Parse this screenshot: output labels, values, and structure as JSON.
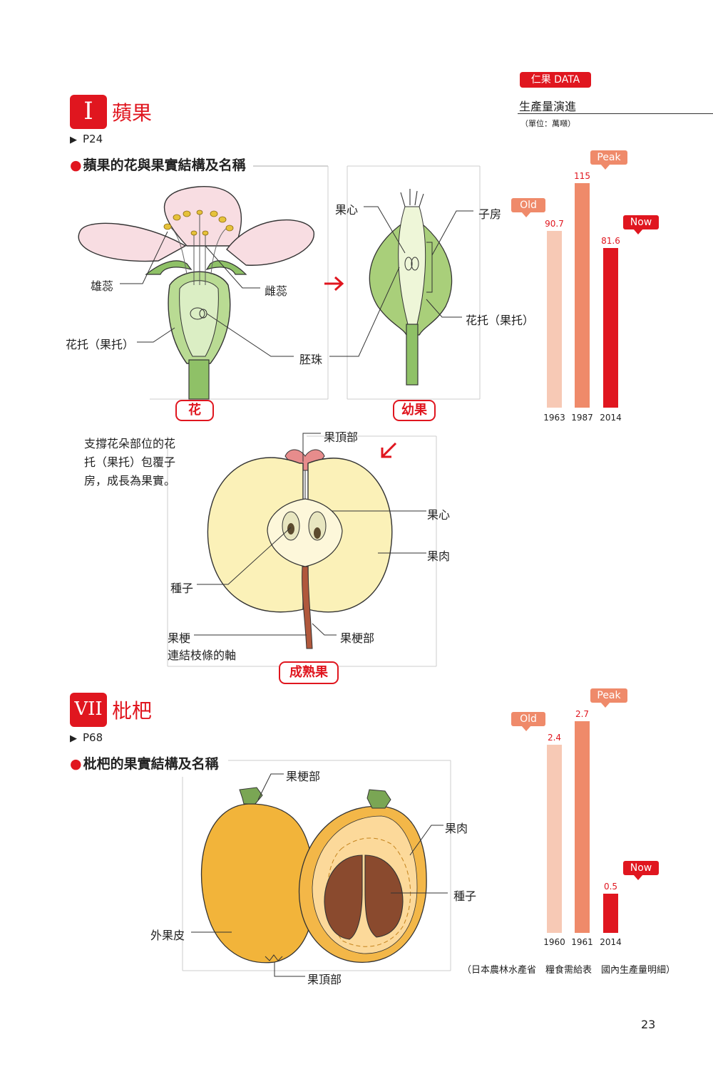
{
  "data_panel": {
    "tag": "仁果 DATA",
    "title": "生產量演進",
    "unit": "（單位：萬噸）",
    "source": "（日本農林水產省　糧食需給表　國內生產量明細）"
  },
  "apple": {
    "numeral": "I",
    "name": "蘋果",
    "page_ref": "P24",
    "subheading": "蘋果的花與果實結構及名稱",
    "labels": {
      "stamen": "雄蕊",
      "pistil": "雌蕊",
      "receptacle_flower": "花托（果托）",
      "ovule": "胚珠",
      "core_young": "果心",
      "ovary": "子房",
      "receptacle_young": "花托（果托）",
      "top": "果頂部",
      "core": "果心",
      "flesh": "果肉",
      "seed": "種子",
      "stem": "果梗",
      "stem_desc": "連結枝條的軸",
      "stem_part": "果梗部"
    },
    "stages": {
      "flower": "花",
      "young": "幼果",
      "mature": "成熟果"
    },
    "note": [
      "支撐花朵部位的花",
      "托（果托）包覆子",
      "房，成長為果實。"
    ]
  },
  "loquat": {
    "numeral": "VII",
    "name": "枇杷",
    "page_ref": "P68",
    "subheading": "枇杷的果實結構及名稱",
    "labels": {
      "stem_part": "果梗部",
      "flesh": "果肉",
      "seed": "種子",
      "skin": "外果皮",
      "top": "果頂部"
    }
  },
  "page_number": "23",
  "colors": {
    "accent": "#e0161f",
    "old": "#f7c9b5",
    "peak": "#ef8a6a",
    "now": "#e0161f"
  },
  "chart_data": [
    {
      "type": "bar",
      "title": "生產量演進",
      "categories": [
        "1963",
        "1987",
        "2014"
      ],
      "values": [
        90.7,
        115,
        81.6
      ],
      "tags": [
        "Old",
        "Peak",
        "Now"
      ],
      "ylim": [
        0,
        115
      ]
    },
    {
      "type": "bar",
      "categories": [
        "1960",
        "1961",
        "2014"
      ],
      "values": [
        2.4,
        2.7,
        0.5
      ],
      "tags": [
        "Old",
        "Peak",
        "Now"
      ],
      "ylim": [
        0,
        2.7
      ]
    }
  ]
}
